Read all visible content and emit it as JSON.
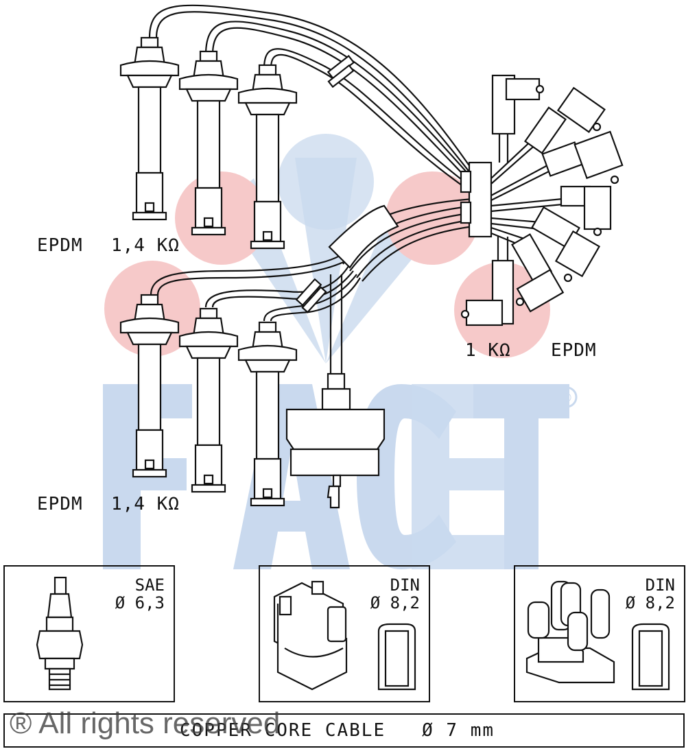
{
  "labels": {
    "upper_left": {
      "material": "EPDM",
      "resistance": "1,4 KΩ"
    },
    "right": {
      "resistance": "1 KΩ",
      "material": "EPDM"
    },
    "lower_left": {
      "material": "EPDM",
      "resistance": "1,4 KΩ"
    }
  },
  "watermark": {
    "brand": "FACET",
    "registered": "®",
    "colors": {
      "blue": "#c9d9ee",
      "red": "#f6c9c9"
    }
  },
  "panels": {
    "spark_plug": {
      "standard": "SAE",
      "diameter": "Ø 6,3"
    },
    "ignition_coil": {
      "standard": "DIN",
      "diameter": "Ø 8,2"
    },
    "distributor_cap": {
      "standard": "DIN",
      "diameter": "Ø 8,2"
    }
  },
  "footer": {
    "cable": "COPPER CORE CABLE",
    "diameter": "Ø 7 mm"
  },
  "copyright": "® All rights reserved"
}
